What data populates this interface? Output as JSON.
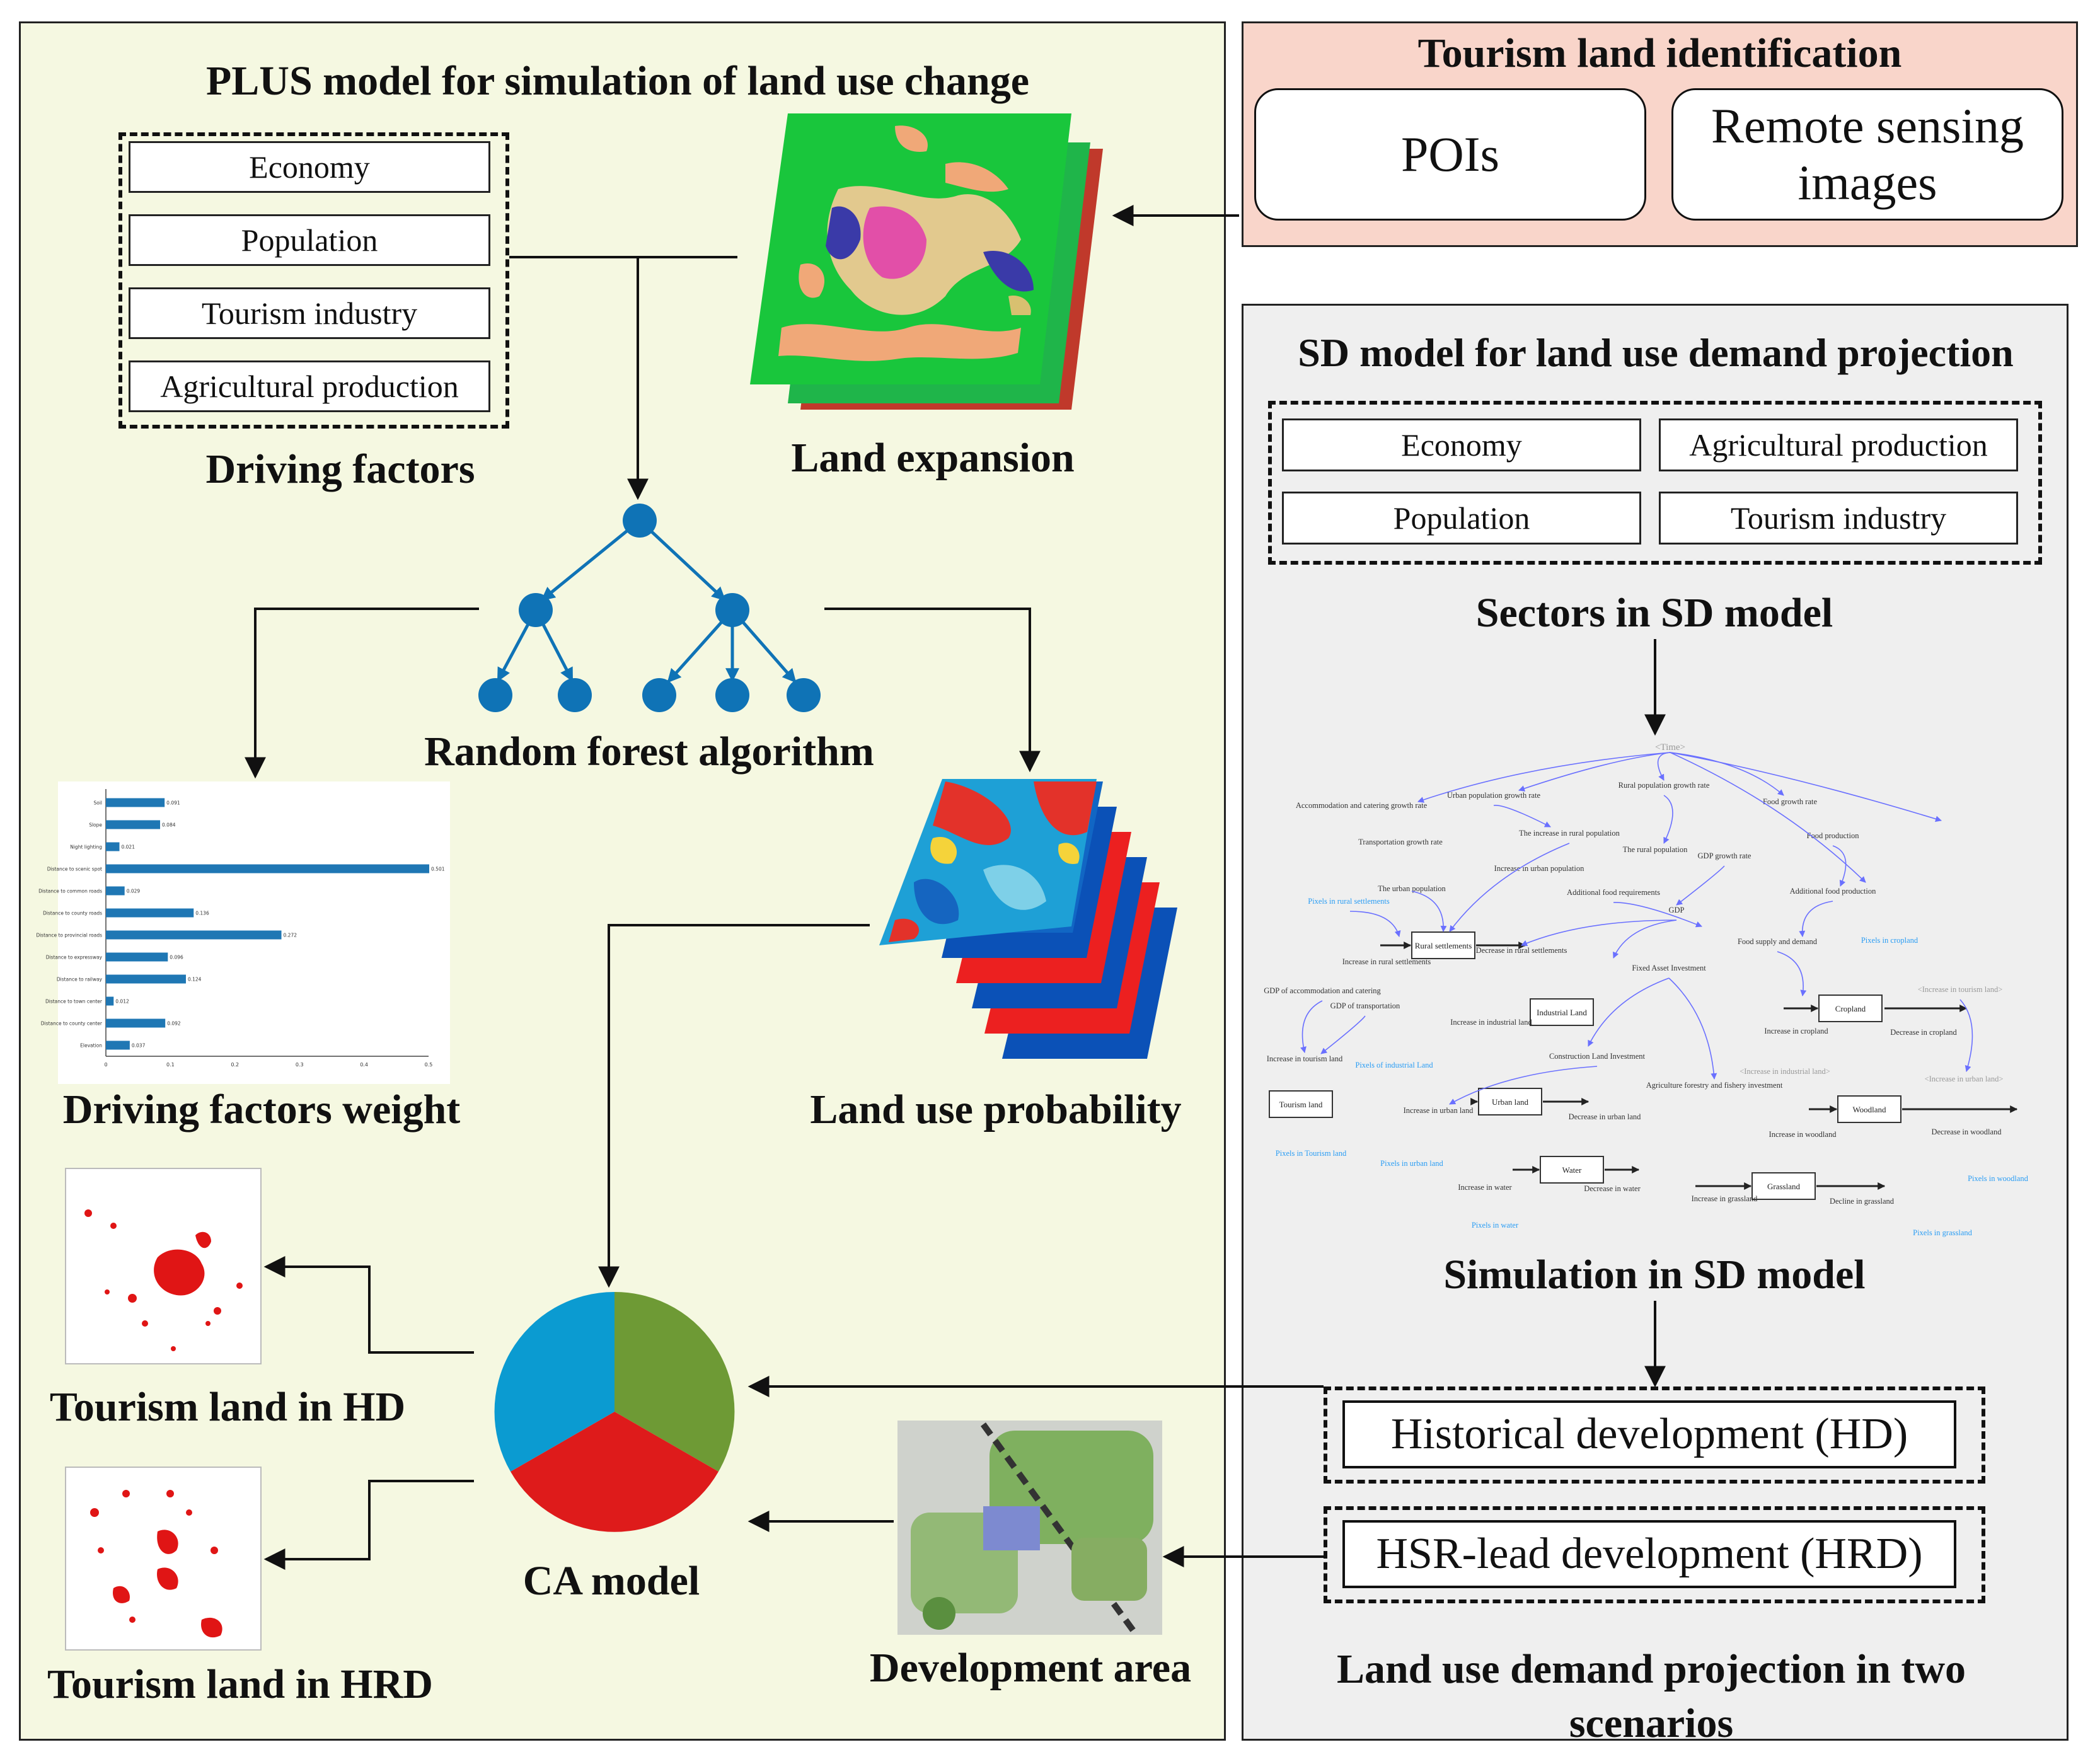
{
  "plus_panel": {
    "title": "PLUS model for simulation of land use change",
    "driving_factor_items": [
      "Economy",
      "Population",
      "Tourism industry",
      "Agricultural production"
    ],
    "driving_factors_label": "Driving factors",
    "land_expansion_label": "Land expansion",
    "random_forest_label": "Random forest algorithm",
    "driving_weight_label": "Driving factors weight",
    "land_probability_label": "Land use probability",
    "ca_model_label": "CA model",
    "hd_output_label": "Tourism land in HD",
    "hrd_output_label": "Tourism land in HRD",
    "development_area_label": "Development area"
  },
  "weight_chart": {
    "chart_data": {
      "type": "bar",
      "orientation": "horizontal",
      "categories": [
        "Soil",
        "Slope",
        "Night lighting",
        "Distance to scenic spot",
        "Distance to common roads",
        "Distance to county roads",
        "Distance to provincial roads",
        "Distance to expressway",
        "Distance to railway",
        "Distance to town center",
        "Distance to county center",
        "Elevation"
      ],
      "values": [
        0.091,
        0.084,
        0.021,
        0.501,
        0.029,
        0.136,
        0.272,
        0.096,
        0.124,
        0.012,
        0.092,
        0.037
      ],
      "value_labels": [
        "0.091",
        "0.084",
        "0.021",
        "0.501",
        "0.029",
        "0.136",
        "0.272",
        "0.096",
        "0.124",
        "0.012",
        "0.092",
        "0.037"
      ],
      "x_ticks": [
        "0",
        "0.1",
        "0.2",
        "0.3",
        "0.4",
        "0.5"
      ],
      "xlim": [
        0,
        0.5
      ],
      "grid": false,
      "color": "#1f77b4"
    }
  },
  "tourism_panel": {
    "title": "Tourism land identification",
    "items": [
      "POIs",
      "Remote sensing images"
    ]
  },
  "sd_panel": {
    "title": "SD model for land use demand projection",
    "sector_items": [
      "Economy",
      "Agricultural production",
      "Population",
      "Tourism industry"
    ],
    "sectors_label": "Sectors in SD model",
    "simulation_label": "Simulation in SD model",
    "scenario_hd": "Historical development (HD)",
    "scenario_hrd": "HSR-lead development (HRD)",
    "projection_label": "Land use demand projection in two scenarios",
    "diagram": {
      "time_node": "<Time>",
      "stocks": [
        "Rural settlements",
        "Industrial Land",
        "Cropland",
        "Tourism land",
        "Urban land",
        "Woodland",
        "Water",
        "Grassland"
      ],
      "variables": [
        "Accommodation and catering growth rate",
        "Urban population growth rate",
        "Rural population growth rate",
        "Food growth rate",
        "Transportation growth rate",
        "The increase in rural population",
        "Food production",
        "The rural population",
        "GDP growth rate",
        "Increase in urban population",
        "The urban population",
        "Additional food requirements",
        "Additional food production",
        "GDP",
        "Pixels in rural settlements",
        "Food supply and demand",
        "Pixels in cropland",
        "Increase in rural settlements",
        "Decrease in rural settlements",
        "GDP of accommodation and catering",
        "Fixed Asset Investment",
        "<Increase in tourism land>",
        "GDP of transportation",
        "Increase in industrial land",
        "Increase in cropland",
        "Decrease in cropland",
        "Increase in tourism land",
        "Construction Land Investment",
        "<Increase in industrial land>",
        "<Increase in urban land>",
        "Pixels of industrial Land",
        "Agriculture forestry and fishery investment",
        "Increase in urban land",
        "Decrease in urban land",
        "Increase in woodland",
        "Decrease in woodland",
        "Pixels in Tourism land",
        "Pixels in urban land",
        "Pixels in woodland",
        "Increase in water",
        "Decrease in water",
        "Increase in grassland",
        "Decline in grassland",
        "Pixels in water",
        "Pixels in grassland"
      ]
    }
  },
  "colors": {
    "plus_bg": "#f5f8e1",
    "tourism_bg": "#f9d5ca",
    "sd_bg": "#efefef",
    "tree_node": "#0f73b6",
    "pie_blue": "#0b9bd1",
    "pie_green": "#6e9a35",
    "pie_red": "#de1b1b",
    "sd_links": "#6a70ff",
    "sd_pixels_text": "#2a9df4"
  }
}
